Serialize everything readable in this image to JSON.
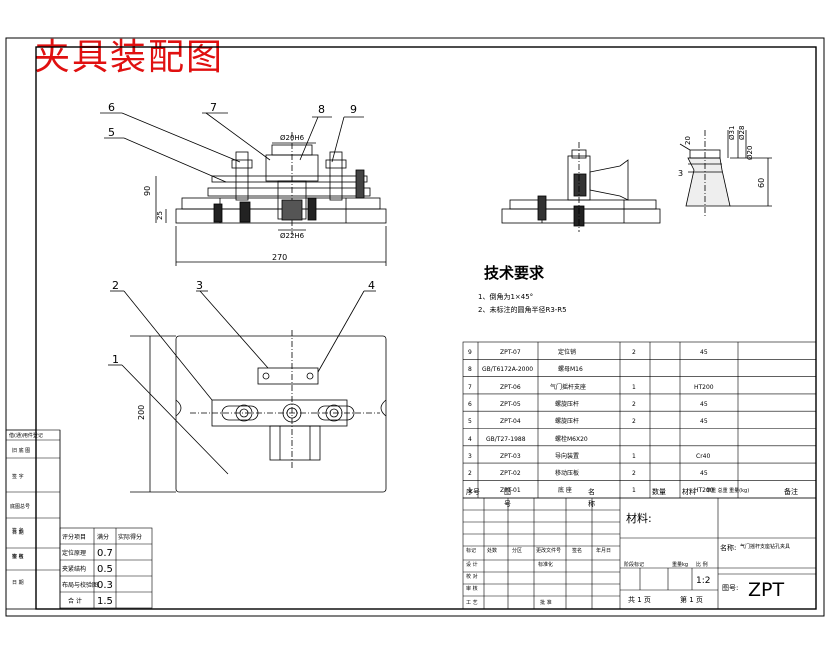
{
  "title": "夹具装配图",
  "tech_requirements": {
    "title": "技术要求",
    "items": [
      "1、倒角为1×45°",
      "2、未标注的圆角半径R3-R5"
    ]
  },
  "front_view": {
    "balloons": [
      "6",
      "7",
      "8",
      "9",
      "5"
    ],
    "dims": {
      "width": "270",
      "height": "90",
      "base": "25",
      "bore_top": "Ø20H6",
      "bore_bottom": "Ø22H6"
    }
  },
  "top_view": {
    "balloons": [
      "2",
      "3",
      "4",
      "1"
    ],
    "dims": {
      "height": "200"
    }
  },
  "detail_view": {
    "dims": {
      "d1": "Ø31",
      "d2": "Ø28",
      "d3": "Ø20",
      "h1": "60",
      "h2": "3",
      "h3": "20"
    }
  },
  "parts_list": {
    "rows": [
      {
        "no": "9",
        "code": "ZPT-07",
        "name": "定位销",
        "qty": "2",
        "material": "45"
      },
      {
        "no": "8",
        "code": "GB/T6172A-2000",
        "name": "螺母M16",
        "qty": "",
        "material": ""
      },
      {
        "no": "7",
        "code": "ZPT-06",
        "name": "气门摇杆支座",
        "qty": "1",
        "material": "HT200"
      },
      {
        "no": "6",
        "code": "ZPT-05",
        "name": "螺旋压杆",
        "qty": "2",
        "material": "45"
      },
      {
        "no": "5",
        "code": "ZPT-04",
        "name": "螺旋压杆",
        "qty": "2",
        "material": "45"
      },
      {
        "no": "4",
        "code": "GB/T27-1988",
        "name": "螺栓M6X20",
        "qty": "",
        "material": ""
      },
      {
        "no": "3",
        "code": "ZPT-03",
        "name": "导向装置",
        "qty": "1",
        "material": "Cr40"
      },
      {
        "no": "2",
        "code": "ZPT-02",
        "name": "移动压板",
        "qty": "2",
        "material": "45"
      },
      {
        "no": "1",
        "code": "ZPT-01",
        "name": "底 座",
        "qty": "1",
        "material": "HT200"
      }
    ],
    "header": {
      "no": "序号",
      "code": "图",
      "code2": "号",
      "name": "名",
      "name2": "称",
      "qty": "数量",
      "material": "材料",
      "weight": "单重 总重 重量(kg)",
      "remark": "备注"
    }
  },
  "title_block": {
    "material_label": "材料:",
    "name_label": "名称:",
    "name_value": "气门摇杆支座钻孔夹具",
    "drawing_no_label": "图号:",
    "drawing_no": "ZPT",
    "scale": "1:2",
    "total_pages": "共 1 页",
    "page": "第 1 页",
    "row_labels": [
      "标记",
      "处数",
      "分区",
      "更改文件号",
      "签名",
      "年月日"
    ],
    "sign_labels": [
      "设 计",
      "校 对",
      "审 核",
      "工 艺",
      "标准化",
      "批 准"
    ],
    "stage_labels": [
      "阶段标记",
      "重量kg",
      "比 例"
    ]
  },
  "left_strip": [
    "借(通)用件登记",
    "旧 底 图",
    "签 字",
    "底图总号",
    "日 期",
    "签 名"
  ],
  "score_table": {
    "header": [
      "评分项目",
      "满分",
      "实际得分"
    ],
    "rows": [
      {
        "item": "定位原理",
        "score": "0.7"
      },
      {
        "item": "夹紧结构",
        "score": "0.5"
      },
      {
        "item": "布局与校验图",
        "score": "0.3"
      },
      {
        "item": "合 计",
        "score": "1.5"
      }
    ],
    "side_labels": [
      "签 名",
      "审 核",
      "日 期"
    ]
  }
}
